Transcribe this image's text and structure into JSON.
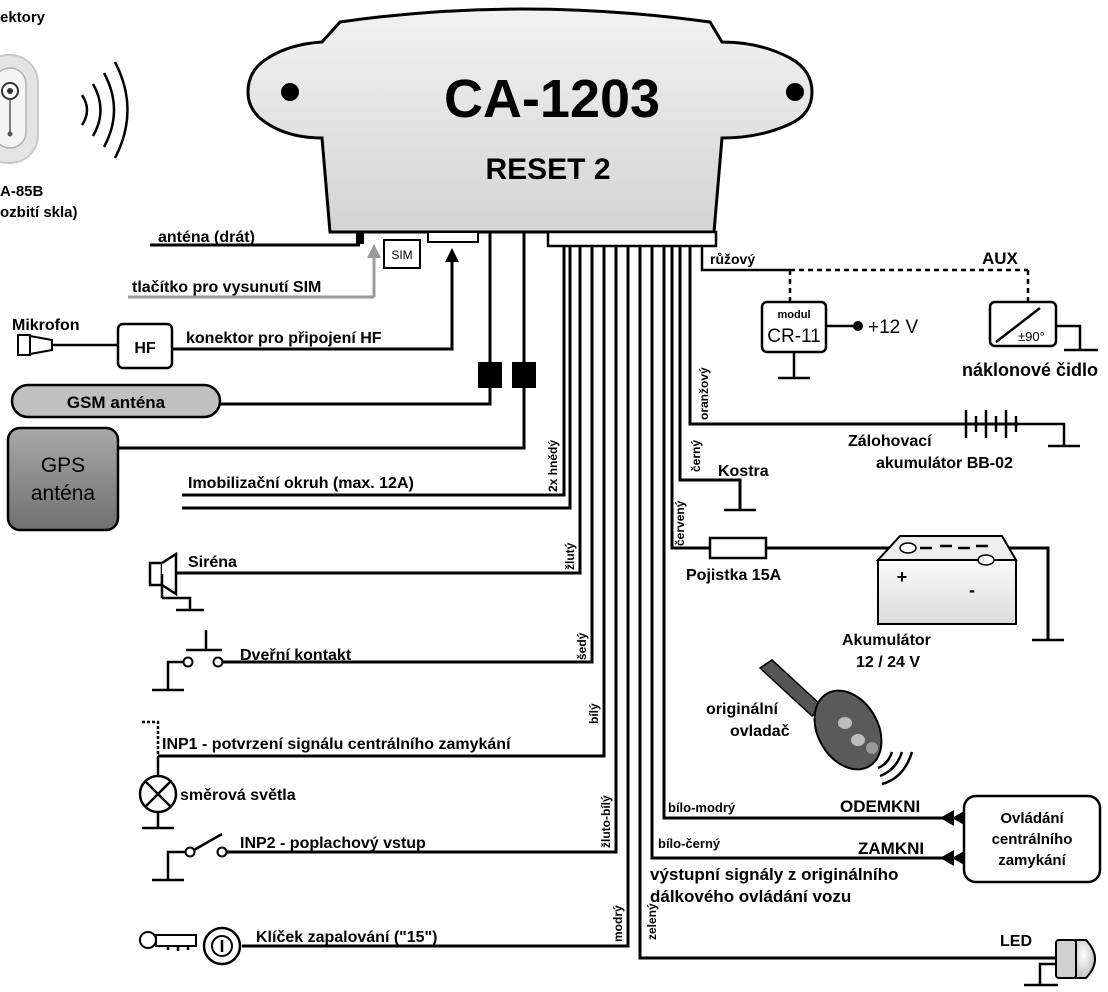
{
  "module": {
    "model": "CA-1203",
    "variant": "RESET 2"
  },
  "top_left": {
    "detectors_title": "ektory",
    "detector_model": "A-85B",
    "detector_caption": "ozbití skla)"
  },
  "left_labels": {
    "antenna_wire": "anténa (drát)",
    "sim_button": "tlačítko pro vysunutí SIM",
    "sim_chip": "SIM",
    "mic": "Mikrofon",
    "hf": "HF",
    "hf_connector": "konektor pro připojení HF",
    "gsm_antenna": "GSM anténa",
    "gps_line1": "GPS",
    "gps_line2": "anténa",
    "immobilizer": "Imobilizační okruh (max. 12A)",
    "siren": "Siréna",
    "door": "Dveřní kontakt",
    "inp1": "INP1 - potvrzení signálu centrálního zamykání",
    "turn_signals": "směrová světla",
    "inp2": "INP2 - poplachový vstup",
    "ignition": "Klíček zapalování (\"15\")"
  },
  "wire_colors": {
    "two_brown": "2x hnědý",
    "yellow": "žlutý",
    "grey": "šedý",
    "white": "bílý",
    "yellow_white": "žluto-bílý",
    "blue": "modrý",
    "green": "zelený",
    "white_blue": "bílo-modrý",
    "white_black": "bílo-černý",
    "red": "červený",
    "black": "černý",
    "orange": "oranžový",
    "pink": "růžový"
  },
  "right_labels": {
    "aux": "AUX",
    "modul": "modul",
    "cr11": "CR-11",
    "plus12": "+12 V",
    "tilt_value": "±90°",
    "tilt_sensor": "náklonové čidlo",
    "backup1": "Zálohovací",
    "backup2": "akumulátor BB-02",
    "ground": "Kostra",
    "fuse": "Pojistka 15A",
    "plus": "+",
    "minus": "-",
    "battery1": "Akumulátor",
    "battery2": "12 / 24 V",
    "remote1": "originální",
    "remote2": "ovladač",
    "unlock": "ODEMKNI",
    "lock": "ZAMKNI",
    "central1": "Ovládání",
    "central2": "centrálního",
    "central3": "zamykání",
    "outputs1": "výstupní signály z originálního",
    "outputs2": "dálkového ovládání vozu",
    "led": "LED"
  }
}
